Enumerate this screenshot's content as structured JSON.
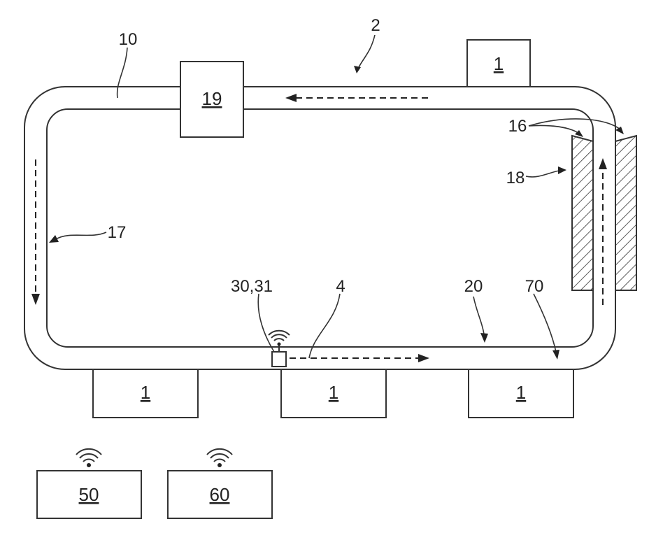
{
  "labels": {
    "system": "2",
    "track": "10",
    "branch": "17",
    "sensors": "16",
    "sensor_body": "18",
    "device": "30,31",
    "path": "4",
    "rail": "20",
    "marker": "70"
  },
  "stations": {
    "top_right": "1",
    "bottom_left": "1",
    "bottom_mid": "1",
    "bottom_right": "1"
  },
  "module": "19",
  "remote": {
    "left": "50",
    "right": "60"
  }
}
